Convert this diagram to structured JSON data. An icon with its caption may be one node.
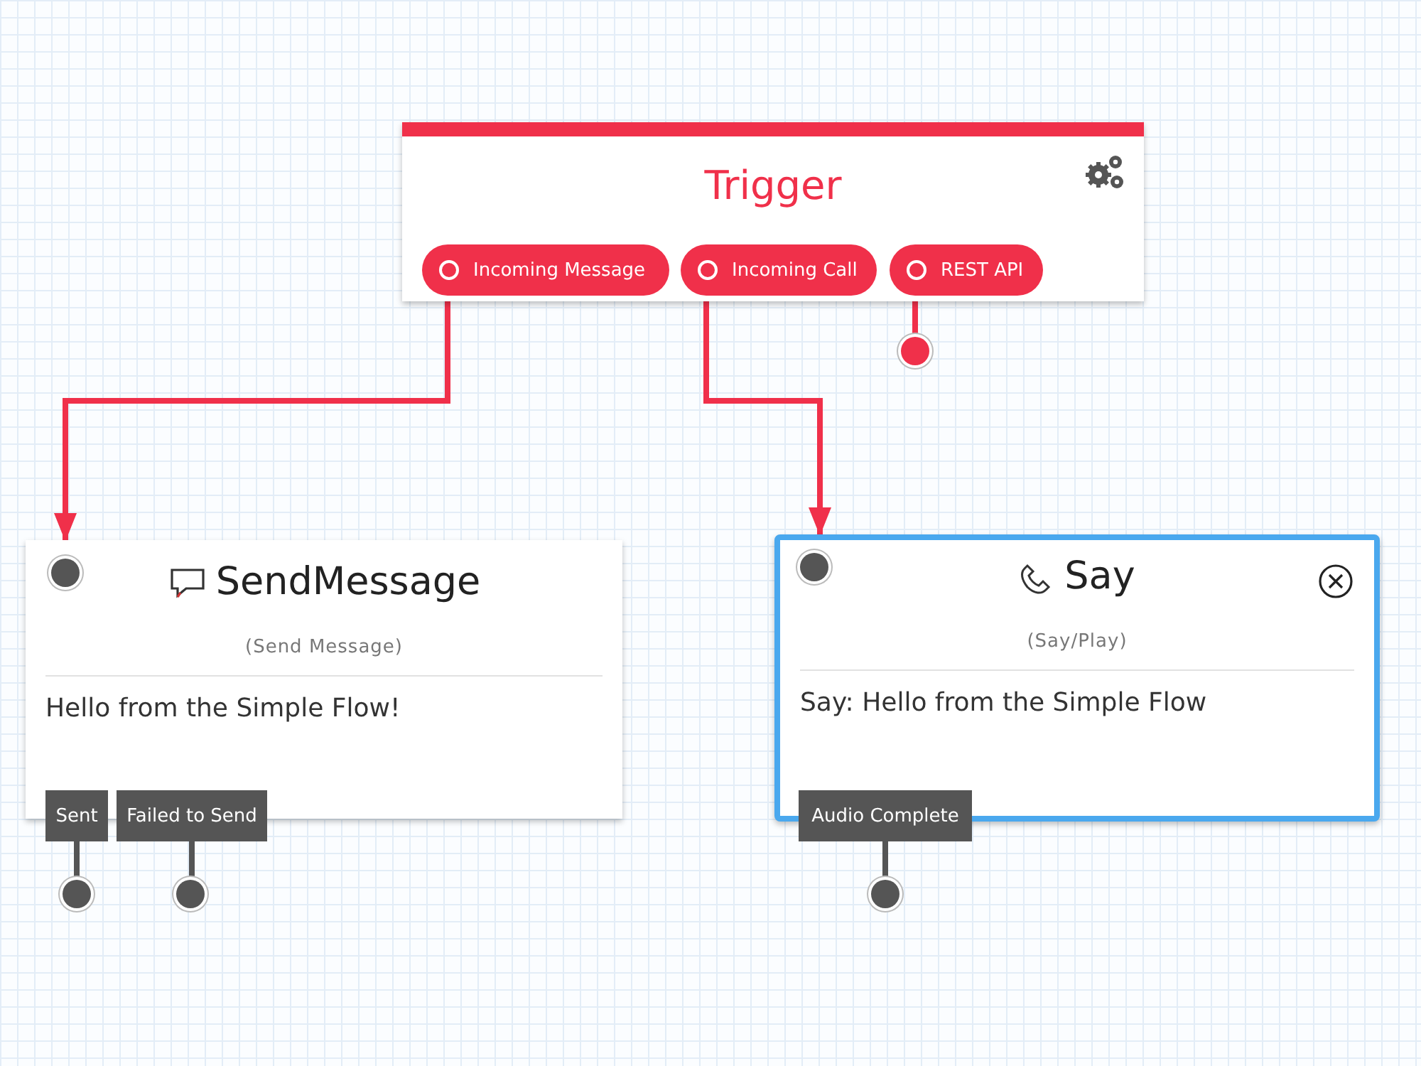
{
  "diagram": {
    "nodes": [
      {
        "text": [
          "Trigger"
        ]
      },
      {
        "text": [
          "Incoming Message"
        ],
        "in": 0
      },
      {
        "text": [
          "Incoming Call"
        ],
        "in": 0
      },
      {
        "text": [
          "REST API"
        ],
        "in": 0
      },
      {
        "text": [],
        "shape": "circle"
      },
      {
        "text": [
          "SendMessage",
          "(Send Message)",
          "Hello from the Simple Flow!"
        ]
      },
      {
        "text": [
          "Say",
          "(Say/Play)",
          "Say: Hello from the Simple Flow"
        ]
      },
      {
        "text": [
          "Sent"
        ]
      },
      {
        "text": [
          "Failed to Send"
        ]
      },
      {
        "text": [
          "Audio Complete"
        ]
      },
      {
        "text": [],
        "shape": "circle"
      },
      {
        "text": [],
        "shape": "circle"
      },
      {
        "text": [],
        "shape": "circle"
      }
    ],
    "edges": [
      {
        "from": 1,
        "to": 5,
        "arrow": "to"
      },
      {
        "from": 2,
        "to": 6,
        "arrow": "to"
      },
      {
        "from": 3,
        "to": 4,
        "arrow": "none"
      },
      {
        "from": 7,
        "to": 10,
        "arrow": "none",
        "color": "#555555"
      },
      {
        "from": 8,
        "to": 11,
        "arrow": "none",
        "color": "#555555"
      },
      {
        "from": 9,
        "to": 12,
        "arrow": "none",
        "color": "#555555"
      }
    ]
  }
}
